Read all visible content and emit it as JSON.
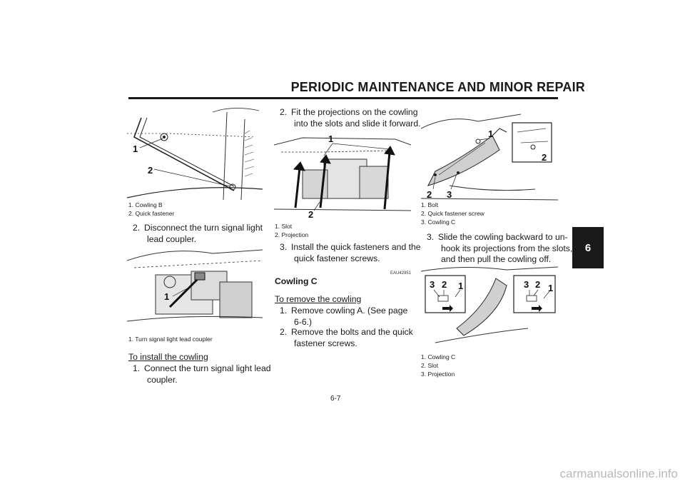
{
  "header": {
    "title": "PERIODIC MAINTENANCE AND MINOR REPAIR"
  },
  "side_tab": {
    "label": "6"
  },
  "page_number": "6-7",
  "watermark": "carmanualsonline.info",
  "col1": {
    "fig1": {
      "callouts": [
        "1",
        "2"
      ],
      "captions": [
        "1.  Cowling B",
        "2.  Quick fastener"
      ]
    },
    "step2": {
      "num": "2.",
      "text": "Disconnect  the  turn  signal  light",
      "cont": "lead coupler."
    },
    "fig2": {
      "callouts": [
        "1"
      ],
      "captions": [
        "1.  Turn signal light lead coupler"
      ]
    },
    "install_heading": "To install the cowling",
    "install_step1": {
      "num": "1.",
      "text": "Connect  the  turn  signal  light  lead",
      "cont": "coupler."
    }
  },
  "col2": {
    "step2": {
      "num": "2.",
      "text": "Fit  the  projections  on  the  cowling",
      "cont": "into the slots and slide it forward."
    },
    "fig3": {
      "callouts": [
        "1",
        "2"
      ],
      "captions": [
        "1.  Slot",
        "2.  Projection"
      ]
    },
    "step3": {
      "num": "3.",
      "text": "Install  the  quick  fasteners  and  the",
      "cont": "quick fastener screws."
    },
    "code": "EAU42951",
    "section_title": "Cowling C",
    "remove_heading": "To remove the cowling",
    "remove_step1": {
      "num": "1.",
      "text": "Remove   cowling   A.   (See   page",
      "cont": "6-6.)"
    },
    "remove_step2": {
      "num": "2.",
      "text": "Remove  the  bolts  and  the  quick",
      "cont": "fastener screws."
    }
  },
  "col3": {
    "fig4": {
      "callouts": [
        "1",
        "2",
        "2",
        "3"
      ],
      "captions": [
        "1.  Bolt",
        "2.  Quick fastener screw",
        "3.  Cowling C"
      ]
    },
    "step3": {
      "num": "3.",
      "text": "Slide the cowling backward to un-",
      "cont1": "hook its projections from the slots,",
      "cont2": "and then pull the cowling off."
    },
    "fig5": {
      "callouts": [
        "3",
        "2",
        "1",
        "3",
        "2",
        "1"
      ],
      "captions": [
        "1.  Cowling C",
        "2.  Slot",
        "3.  Projection"
      ]
    }
  }
}
